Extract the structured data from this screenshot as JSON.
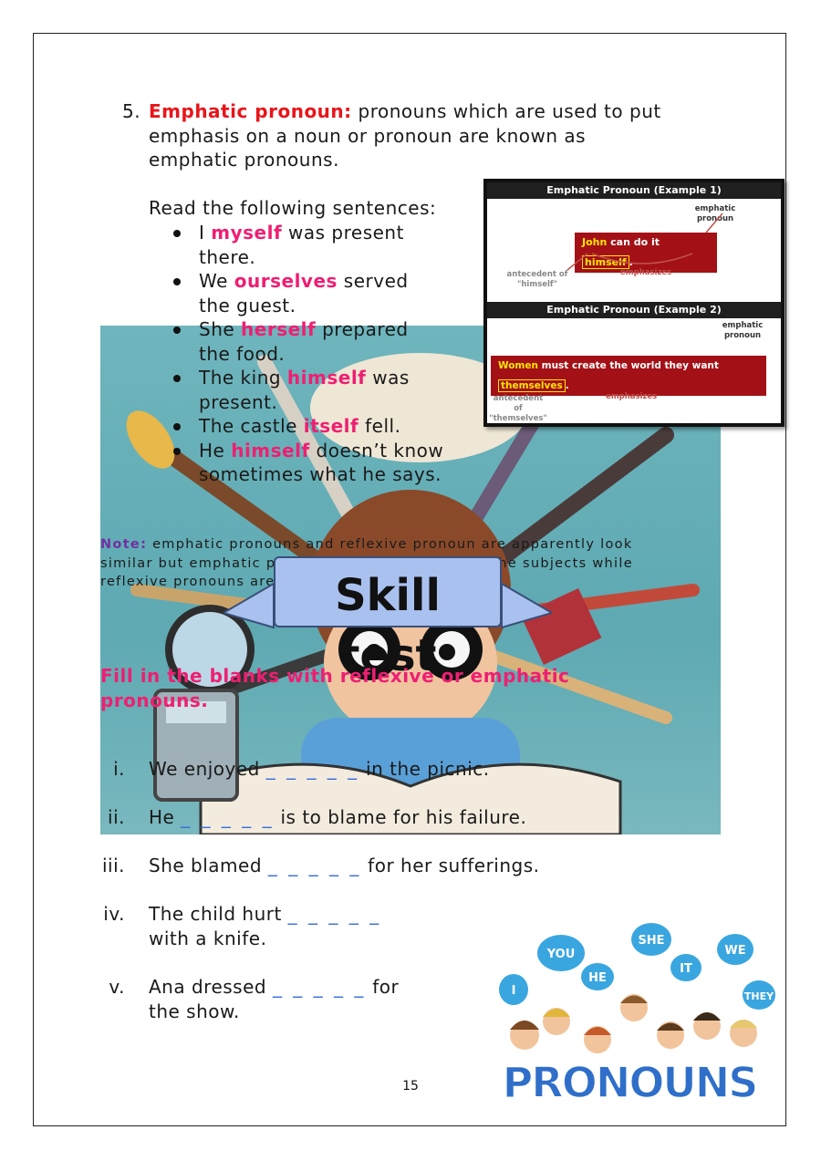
{
  "section": {
    "number": "5.",
    "term": "Emphatic pronoun:",
    "definition_l1": "pronouns which are used to put",
    "definition_l2": "emphasis on a noun or pronoun are known as",
    "definition_l3": "emphatic pronouns.",
    "read_intro": "Read the following sentences:"
  },
  "sentences": [
    {
      "a": "I ",
      "p": "myself",
      "b": " was present",
      "c": "there."
    },
    {
      "a": "We ",
      "p": "ourselves",
      "b": " served",
      "c": "the guest."
    },
    {
      "a": "She ",
      "p": "herself",
      "b": " prepared",
      "c": "the food."
    },
    {
      "a": "The king ",
      "p": "himself",
      "b": " was",
      "c": "present."
    },
    {
      "a": "The castle ",
      "p": "itself",
      "b": " fell.",
      "c": ""
    },
    {
      "a": "He ",
      "p": "himself",
      "b": " doesn’t know",
      "c": "sometimes what he says."
    }
  ],
  "example_panel": {
    "ex1_title": "Emphatic Pronoun (Example 1)",
    "ex1_subject": "John",
    "ex1_mid": " can do it ",
    "ex1_pronoun": "himself",
    "ex1_end": ".",
    "ex1_label_top": "emphatic pronoun",
    "ex1_label_left": "antecedent of \"himself\"",
    "ex1_label_arrow": "emphasizes",
    "ex2_title": "Emphatic Pronoun (Example 2)",
    "ex2_subject": "Women",
    "ex2_mid": " must create the world they want ",
    "ex2_pronoun": "themselves",
    "ex2_end": ".",
    "ex2_label_top": "emphatic pronoun",
    "ex2_label_left": "antecedent of \"themselves\"",
    "ex2_label_arrow": "emphasizes"
  },
  "note": {
    "label": "Note:",
    "text": " emphatic pronouns and reflexive pronoun are apparently look similar but emphatic pronouns are used just after the subjects while reflexive pronouns are used in place of object."
  },
  "banner": {
    "line1": "Skill",
    "line2": "test"
  },
  "exercise": {
    "heading_l1": "Fill in the blanks with reflexive or emphatic",
    "heading_l2": "pronouns.",
    "blank": "_ _ _ _ _",
    "items": [
      {
        "num": "i.",
        "before": "We enjoyed ",
        "after": " in the picnic.",
        "l2": ""
      },
      {
        "num": "ii.",
        "before": "He ",
        "after": " is to blame for his failure.",
        "l2": ""
      },
      {
        "num": "iii.",
        "before": "She blamed ",
        "after": " for her sufferings.",
        "l2": ""
      },
      {
        "num": "iv.",
        "before": "The child hurt ",
        "after": "",
        "l2": "with a knife."
      },
      {
        "num": "v.",
        "before": "Ana dressed ",
        "after": " for",
        "l2": "the show."
      }
    ]
  },
  "pronoun_art": {
    "word": "PRONOUNS",
    "bubbles": [
      "YOU",
      "SHE",
      "WE",
      "HE",
      "IT",
      "I",
      "THEY"
    ],
    "colors": {
      "bubble": "#3aa6e0",
      "word": "#2f6fc9"
    }
  },
  "page_number": "15"
}
